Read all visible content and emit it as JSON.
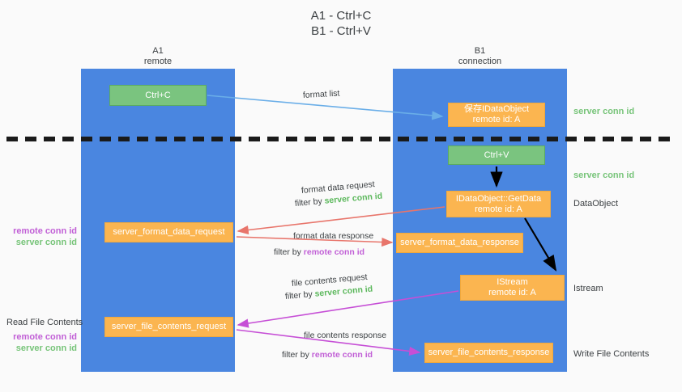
{
  "title": "A1 - Ctrl+C\nB1 - Ctrl+V",
  "lanes": [
    {
      "name": "a1",
      "label": "A1\nremote"
    },
    {
      "name": "b1",
      "label": "B1\nconnection"
    }
  ],
  "nodes": {
    "ctrl_c": "Ctrl+C",
    "save_idataobject": "保存IDataObject\nremote id: A",
    "ctrl_v": "Ctrl+V",
    "getdata": "IDataObject::GetData\nremote id: A",
    "server_format_data_request": "server_format_data_request",
    "server_format_data_response": "server_format_data_response",
    "istream": "IStream\nremote id: A",
    "server_file_contents_request": "server_file_contents_request",
    "server_file_contents_response": "server_file_contents_response"
  },
  "side_annotations": {
    "server_conn_id_1": "server conn id",
    "server_conn_id_2": "server conn id",
    "dataobject": "DataObject",
    "istream": "Istream",
    "write_file_contents": "Write File Contents"
  },
  "left_annotations": {
    "read_file_contents": "Read File Contents",
    "remote_conn_id": "remote conn id",
    "server_conn_id": "server conn id"
  },
  "edge_labels": {
    "format_list": "format list",
    "format_data_request": "format data request",
    "format_data_request_filter_prefix": "filter by ",
    "format_data_request_filter_value": "server conn id",
    "format_data_response": "format data response",
    "format_data_response_filter_prefix": "filter by ",
    "format_data_response_filter_value": "remote conn id",
    "file_contents_request": "file contents request",
    "file_contents_request_filter_prefix": "filter by ",
    "file_contents_request_filter_value": "server conn id",
    "file_contents_response": "file contents response",
    "file_contents_response_filter_prefix": "filter by ",
    "file_contents_response_filter_value": "remote conn id"
  },
  "colors": {
    "lane": "#4a86e0",
    "green_node": "#7ac47f",
    "orange_node": "#fbb550",
    "server_conn_id": "#77c479",
    "remote_conn_id": "#c15fd6",
    "arrow_blue": "#6aaee8",
    "arrow_red": "#e8756b",
    "arrow_magenta": "#c64fd6",
    "arrow_black": "#000000",
    "divider": "#1a1a1a"
  }
}
